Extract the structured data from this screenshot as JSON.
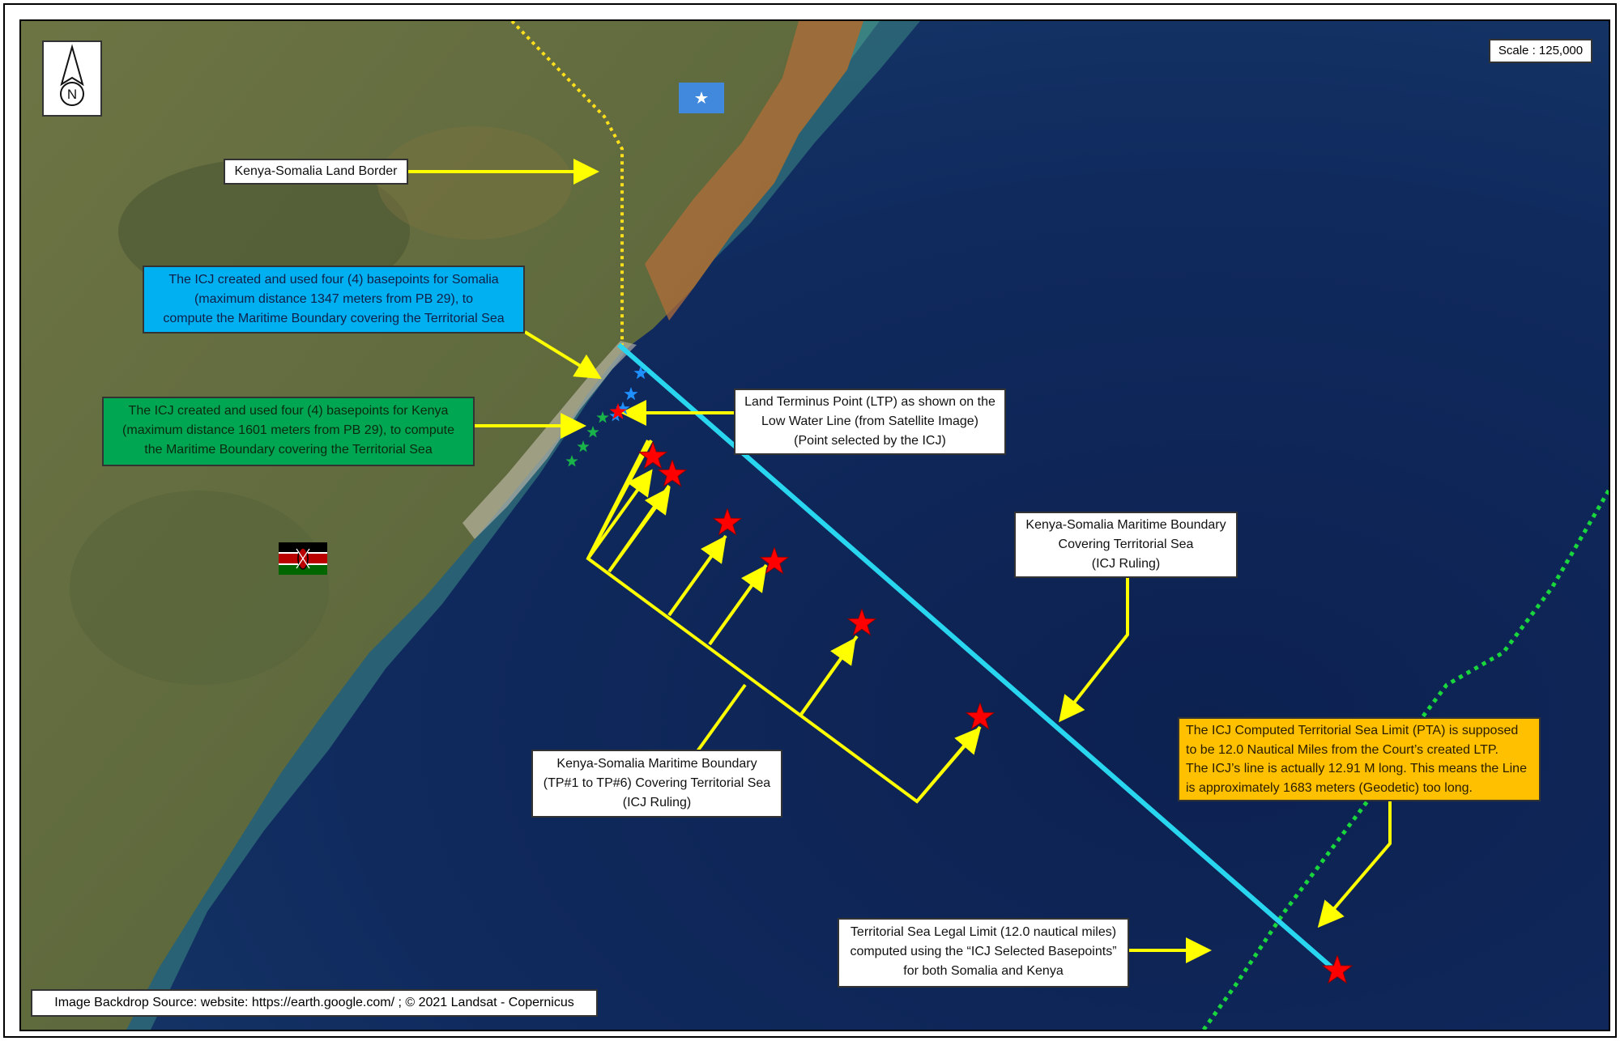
{
  "map": {
    "scale": "Scale : 125,000",
    "north_letter": "N",
    "source": "Image Backdrop Source: website: https://earth.google.com/ ; © 2021 Landsat - Copernicus",
    "colors": {
      "land": "#5e6a3f",
      "sea_deep": "#0d2555",
      "boundary_line": "#29d6f0",
      "arrows": "#ffff00",
      "land_border": "#ffe01a",
      "eez_line": "#19d63c",
      "stars": "#ff0000"
    }
  },
  "labels": {
    "land_border": [
      "Kenya-Somalia Land Border"
    ],
    "somalia_basepoints": [
      "The ICJ created and used four (4) basepoints for Somalia",
      "(maximum distance 1347 meters from PB 29), to",
      "compute the Maritime Boundary covering the Territorial Sea"
    ],
    "kenya_basepoints": [
      "The ICJ created and used four (4) basepoints for Kenya",
      "(maximum distance 1601 meters from PB 29), to compute",
      "the Maritime Boundary covering the Territorial Sea"
    ],
    "ltp": [
      "Land Terminus Point (LTP) as shown on the",
      "Low Water Line (from Satellite Image)",
      "(Point selected by the ICJ)"
    ],
    "maritime_boundary": [
      "Kenya-Somalia Maritime Boundary",
      "Covering Territorial Sea",
      "(ICJ Ruling)"
    ],
    "turning_points": [
      "Kenya-Somalia Maritime Boundary",
      "(TP#1 to TP#6) Covering Territorial Sea",
      "(ICJ Ruling)"
    ],
    "pta": [
      "The ICJ Computed Territorial Sea Limit (PTA) is supposed",
      "to be 12.0 Nautical Miles from the Court’s created LTP.",
      "The ICJ’s line is actually 12.91 M long. This means the Line",
      "is approximately 1683 meters (Geodetic) too long."
    ],
    "legal_limit": [
      "Territorial Sea Legal Limit (12.0 nautical miles)",
      "computed using the “ICJ Selected Basepoints”",
      "for both Somalia and Kenya"
    ]
  },
  "features": {
    "flags": [
      "somalia-flag",
      "kenya-flag"
    ],
    "turning_point_count": 6,
    "somalia_basepoint_count": 4,
    "kenya_basepoint_count": 4
  }
}
